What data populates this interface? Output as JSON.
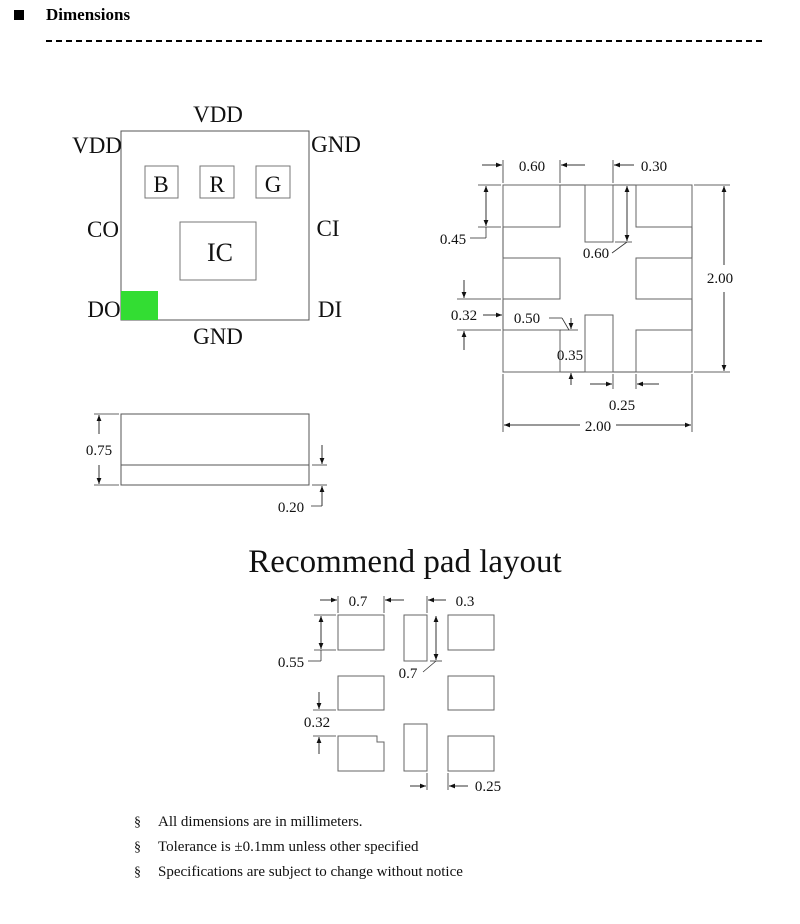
{
  "header": {
    "title": "Dimensions"
  },
  "top_view": {
    "pins": {
      "vdd_top": "VDD",
      "vdd_left": "VDD",
      "gnd_right": "GND",
      "co": "CO",
      "ci": "CI",
      "do": "DO",
      "di": "DI",
      "gnd_bottom": "GND"
    },
    "chips": {
      "b": "B",
      "r": "R",
      "g": "G",
      "ic": "IC"
    },
    "marker_color": "#33dd33"
  },
  "bottom_view": {
    "dims": {
      "w060": "0.60",
      "w030": "0.30",
      "h045": "0.45",
      "h060": "0.60",
      "h200": "2.00",
      "h032": "0.32",
      "w050": "0.50",
      "h035": "0.35",
      "w025": "0.25",
      "w200": "2.00"
    }
  },
  "side_view": {
    "dims": {
      "h075": "0.75",
      "h020": "0.20"
    }
  },
  "pad_layout": {
    "title": "Recommend pad layout",
    "dims": {
      "w07": "0.7",
      "w03": "0.3",
      "h055": "0.55",
      "h07": "0.7",
      "h032": "0.32",
      "w025": "0.25"
    }
  },
  "notes": [
    {
      "symbol": "§",
      "text": "All dimensions are in millimeters."
    },
    {
      "symbol": "§",
      "text": "Tolerance is  ±0.1mm unless other specified"
    },
    {
      "symbol": "§",
      "text": "Specifications are subject to change without notice"
    }
  ]
}
